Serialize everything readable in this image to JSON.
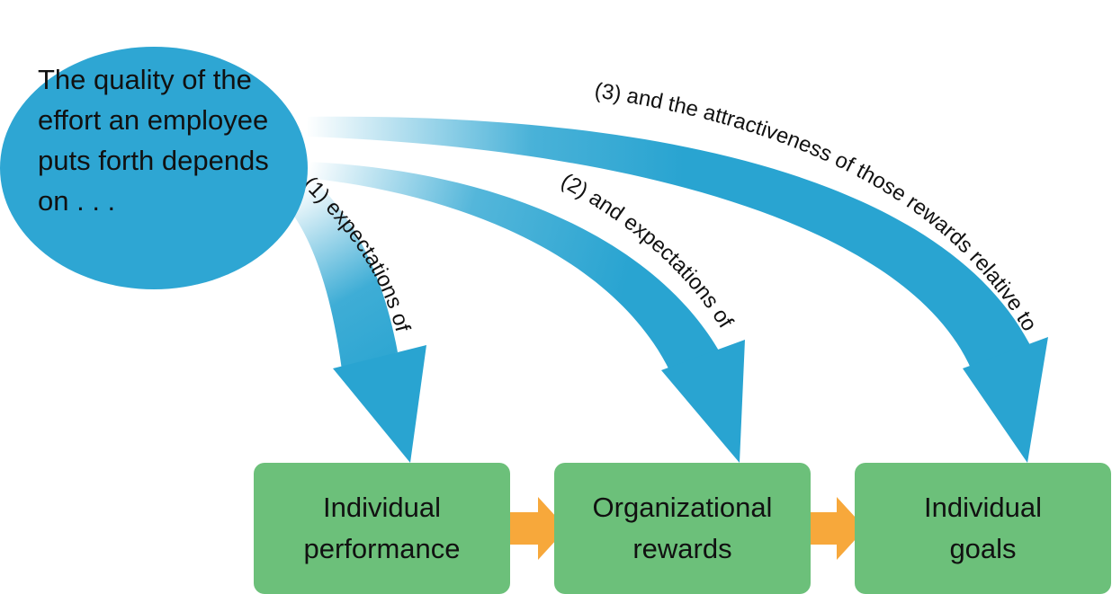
{
  "colors": {
    "circle": "#2ea6d3",
    "arrow": "#29a4d1",
    "box": "#6cc07a",
    "connector": "#f7a83b",
    "text": "#111111"
  },
  "circle": {
    "lines": [
      "The quality of the",
      "effort an employee",
      "puts forth depends",
      "on . . ."
    ]
  },
  "arrows": [
    {
      "label": "(1) expectations of",
      "target": "box-1"
    },
    {
      "label": "(2) and expectations of",
      "target": "box-2"
    },
    {
      "label": "(3) and the attractiveness of those rewards relative to",
      "target": "box-3"
    }
  ],
  "boxes": [
    {
      "lines": [
        "Individual",
        "performance"
      ]
    },
    {
      "lines": [
        "Organizational",
        "rewards"
      ]
    },
    {
      "lines": [
        "Individual",
        "goals"
      ]
    }
  ],
  "connectors": [
    {
      "from": "box-1",
      "to": "box-2",
      "icon": "right-arrow-icon"
    },
    {
      "from": "box-2",
      "to": "box-3",
      "icon": "right-arrow-icon"
    }
  ]
}
